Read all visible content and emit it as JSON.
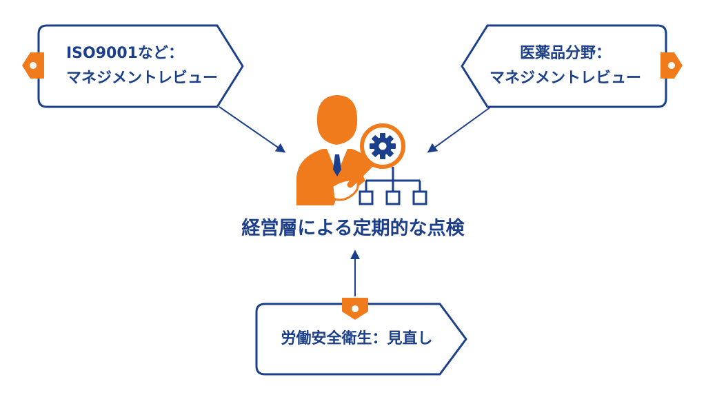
{
  "diagram": {
    "center_label": "経営層による定期的な点検",
    "tags": {
      "iso": {
        "line1": "ISO9001など：",
        "line2": "マネジメントレビュー"
      },
      "pharma": {
        "line1": "医薬品分野：",
        "line2": "マネジメントレビュー"
      },
      "safety": {
        "line1": "労働安全衛生：見直し"
      }
    },
    "icon": "manager-inspecting-gear-hierarchy-icon"
  },
  "colors": {
    "navy": "#1b3f8a",
    "orange": "#f07b1d",
    "background": "#ffffff"
  }
}
